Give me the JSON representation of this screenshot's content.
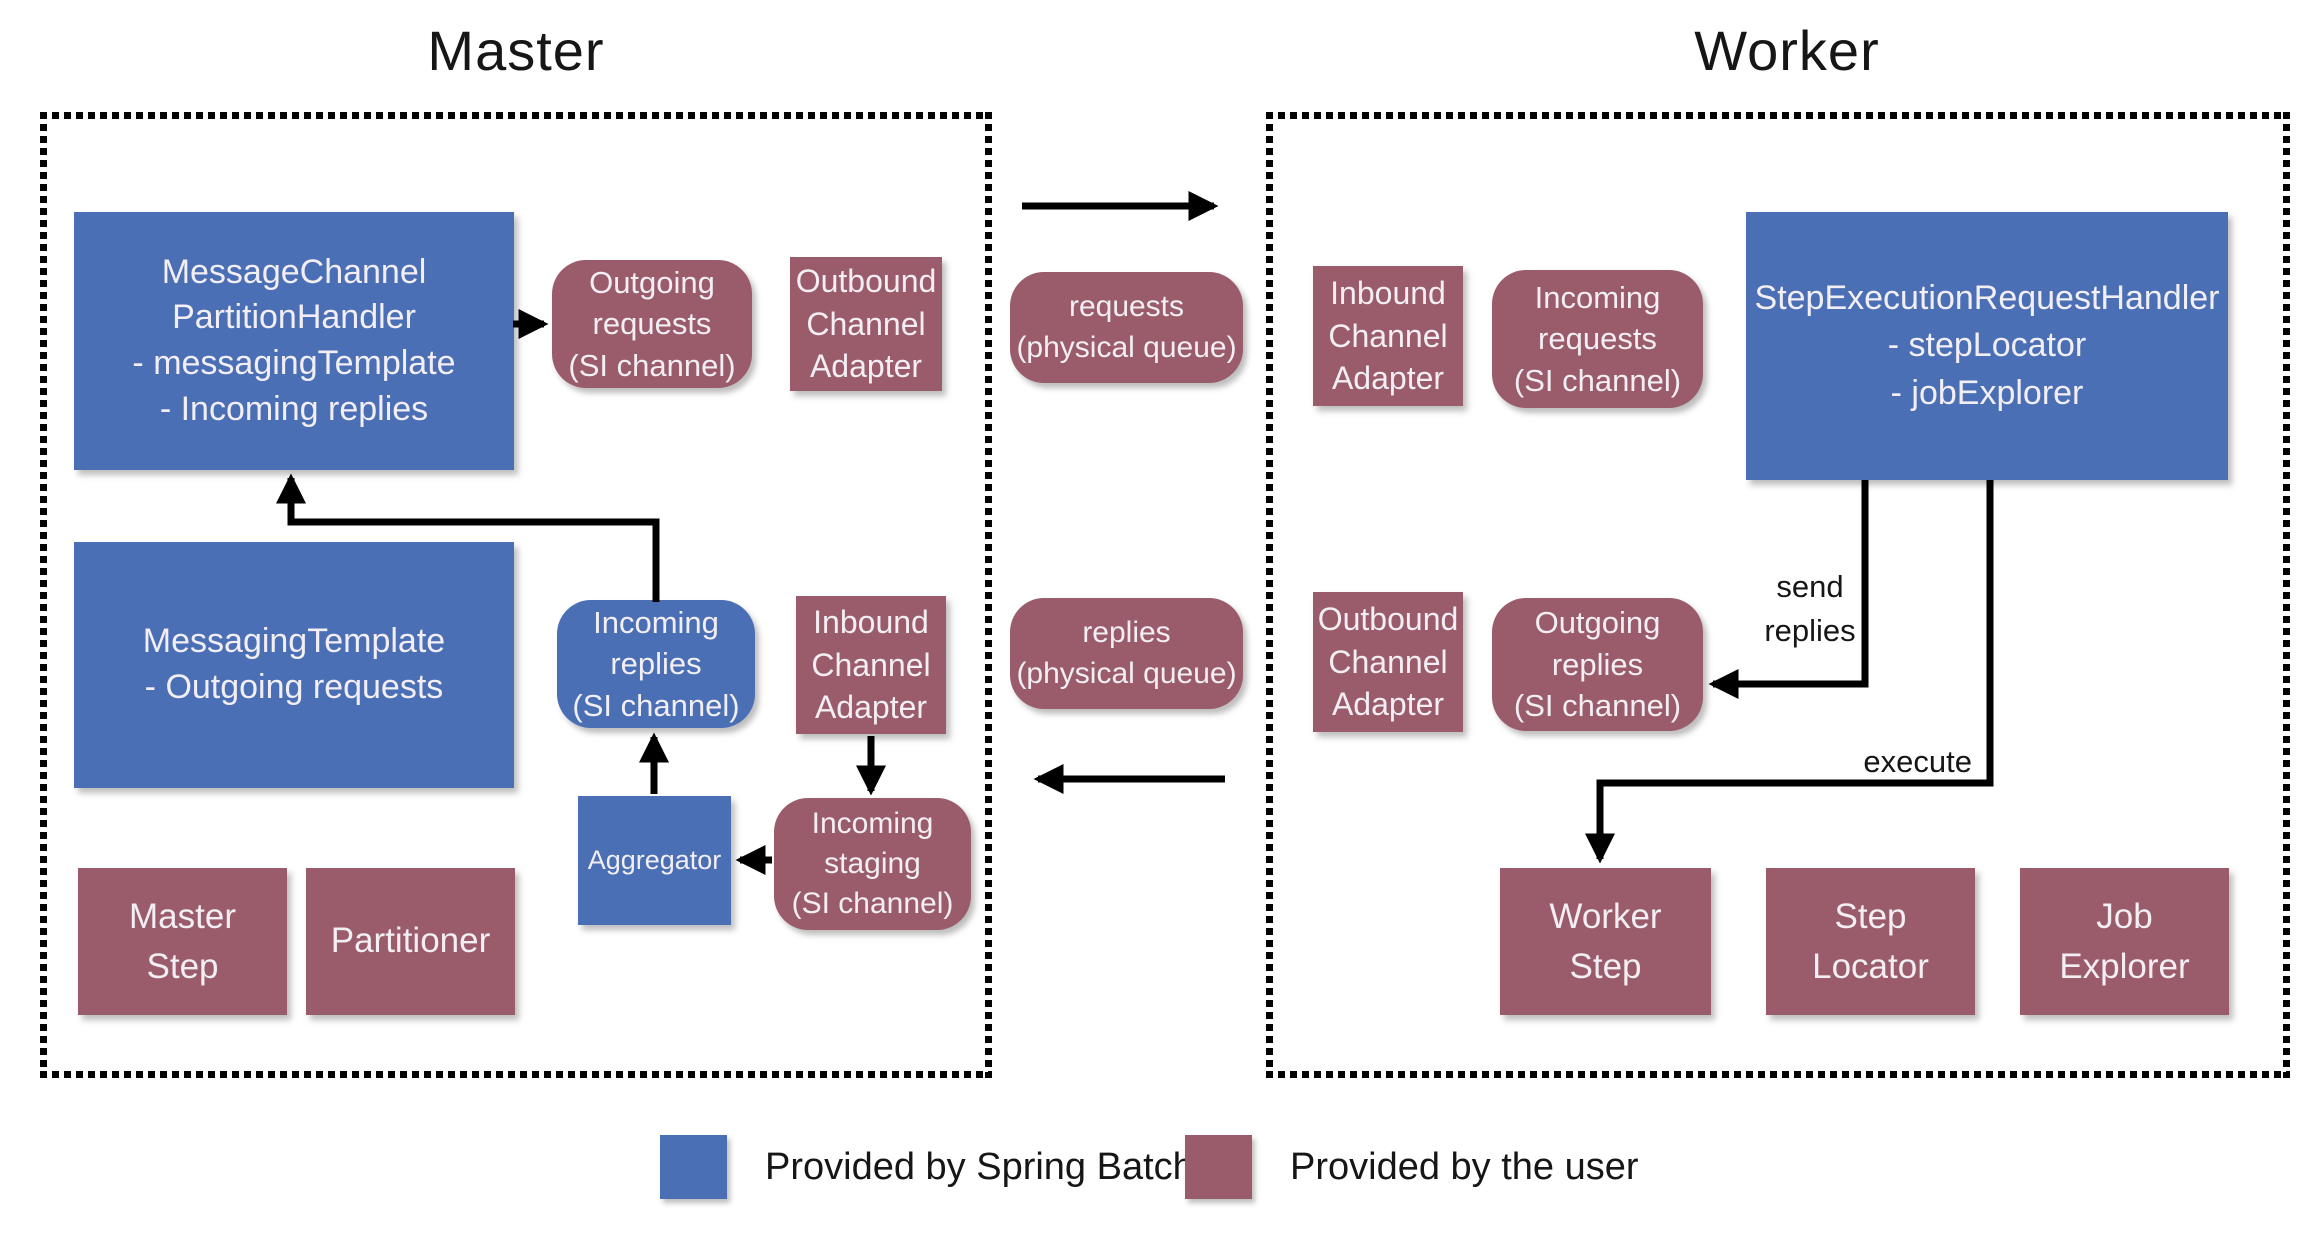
{
  "titles": {
    "master": "Master",
    "worker": "Worker"
  },
  "colors": {
    "spring_batch_blue": "#4A6FB5",
    "user_maroon": "#9A5C6B",
    "arrow_black": "#000000",
    "box_text": "#F2EEF3"
  },
  "nodes": {
    "message_channel_partition_handler": {
      "label": "MessageChannel\nPartitionHandler\n- messagingTemplate\n- Incoming replies",
      "provider": "spring-batch"
    },
    "outgoing_requests": {
      "label": "Outgoing\nrequests\n(SI channel)",
      "provider": "user"
    },
    "outbound_channel_adapter_master": {
      "label": "Outbound\nChannel\nAdapter",
      "provider": "user"
    },
    "requests_queue": {
      "label": "requests\n(physical queue)",
      "provider": "user"
    },
    "inbound_channel_adapter_worker": {
      "label": "Inbound\nChannel\nAdapter",
      "provider": "user"
    },
    "incoming_requests": {
      "label": "Incoming\nrequests\n(SI channel)",
      "provider": "user"
    },
    "step_execution_request_handler": {
      "label": "StepExecutionRequestHandler\n- stepLocator\n- jobExplorer",
      "provider": "spring-batch"
    },
    "messaging_template": {
      "label": "MessagingTemplate\n- Outgoing requests",
      "provider": "spring-batch"
    },
    "incoming_replies": {
      "label": "Incoming\nreplies\n(SI channel)",
      "provider": "spring-batch"
    },
    "inbound_channel_adapter_master": {
      "label": "Inbound\nChannel\nAdapter",
      "provider": "user"
    },
    "replies_queue": {
      "label": "replies\n(physical queue)",
      "provider": "user"
    },
    "outbound_channel_adapter_worker": {
      "label": "Outbound\nChannel\nAdapter",
      "provider": "user"
    },
    "outgoing_replies": {
      "label": "Outgoing\nreplies\n(SI channel)",
      "provider": "user"
    },
    "aggregator": {
      "label": "Aggregator",
      "provider": "spring-batch"
    },
    "incoming_staging": {
      "label": "Incoming\nstaging\n(SI channel)",
      "provider": "user"
    },
    "master_step": {
      "label": "Master\nStep",
      "provider": "user"
    },
    "partitioner": {
      "label": "Partitioner",
      "provider": "user"
    },
    "worker_step": {
      "label": "Worker\nStep",
      "provider": "user"
    },
    "step_locator": {
      "label": "Step\nLocator",
      "provider": "user"
    },
    "job_explorer": {
      "label": "Job\nExplorer",
      "provider": "user"
    }
  },
  "edge_labels": {
    "send_replies": "send\nreplies",
    "execute": "execute"
  },
  "legend": {
    "spring_batch": {
      "label": "Provided by Spring Batch",
      "color": "#4A6FB5"
    },
    "user": {
      "label": "Provided by the user",
      "color": "#9A5C6B"
    }
  }
}
